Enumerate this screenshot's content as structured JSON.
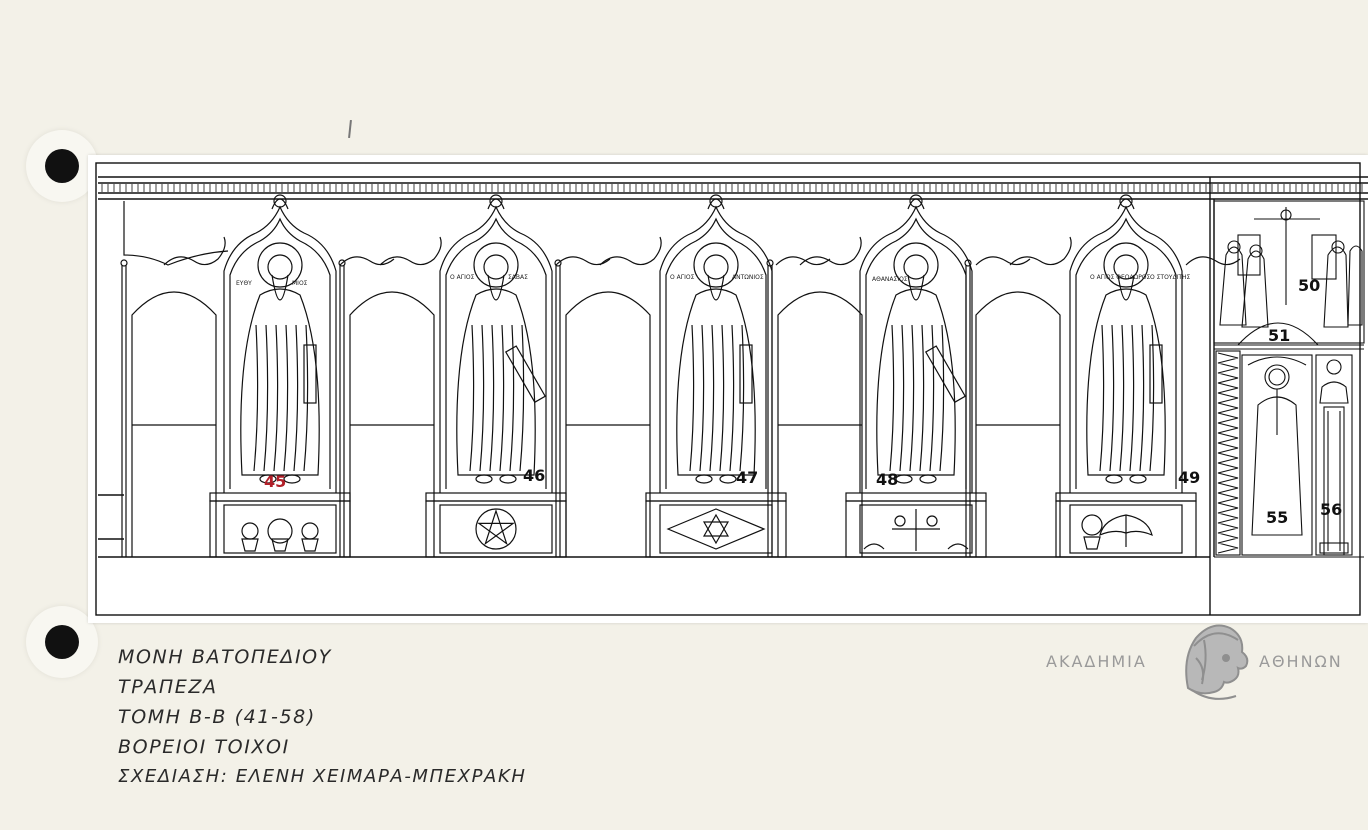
{
  "panels": [
    {
      "number": "45",
      "name_left": "ΕΥΘΥ",
      "name_right": "ΜΙΟΣ",
      "base": "plants",
      "red": true
    },
    {
      "number": "46",
      "name_left": "Ο ΑΓΙΟΣ",
      "name_right": "ΣΑΒΑΣ",
      "base": "pentagram",
      "red": false
    },
    {
      "number": "47",
      "name_left": "Ο ΑΓΙΟΣ",
      "name_right": "ΑΝΤΩΝΙΟΣ",
      "base": "hexagram",
      "red": false
    },
    {
      "number": "48",
      "name_left": "ΑΘΑΝΑΣΙΟΣ",
      "name_right": "",
      "base": "ornament",
      "red": false
    },
    {
      "number": "49",
      "name_left": "Ο ΑΓΙΟΣ ΘΕΟΔΩΡΟΣ",
      "name_right": "Ο ΣΤΟΥΔΙΤΗΣ",
      "base": "eagle",
      "red": false
    }
  ],
  "side_numbers": {
    "crucifixion": "50",
    "arch": "51",
    "saint": "55",
    "column": "56"
  },
  "caption": {
    "line1": "ΜΟΝΗ ΒΑΤΟΠΕΔΙΟΥ",
    "line2": "ΤΡΑΠΕΖΑ",
    "line3": "ΤΟΜΗ Β-Β (41-58)",
    "line4": "ΒΟΡΕΙΟΙ ΤΟΙΧΟΙ",
    "line5": "ΣΧΕΔΙΑΣΗ: ΕΛΕΝΗ ΧΕΙΜΑΡΑ-ΜΠΕΧΡΑΚΗ"
  },
  "logo": {
    "left": "ΑΚΑΔΗΜΙΑ",
    "right": "ΑΘΗΝΩΝ"
  },
  "colors": {
    "paper": "#f3f1e8",
    "ink": "#111111",
    "red_number": "#b2202a",
    "logo_grey": "#9a9a9a"
  }
}
